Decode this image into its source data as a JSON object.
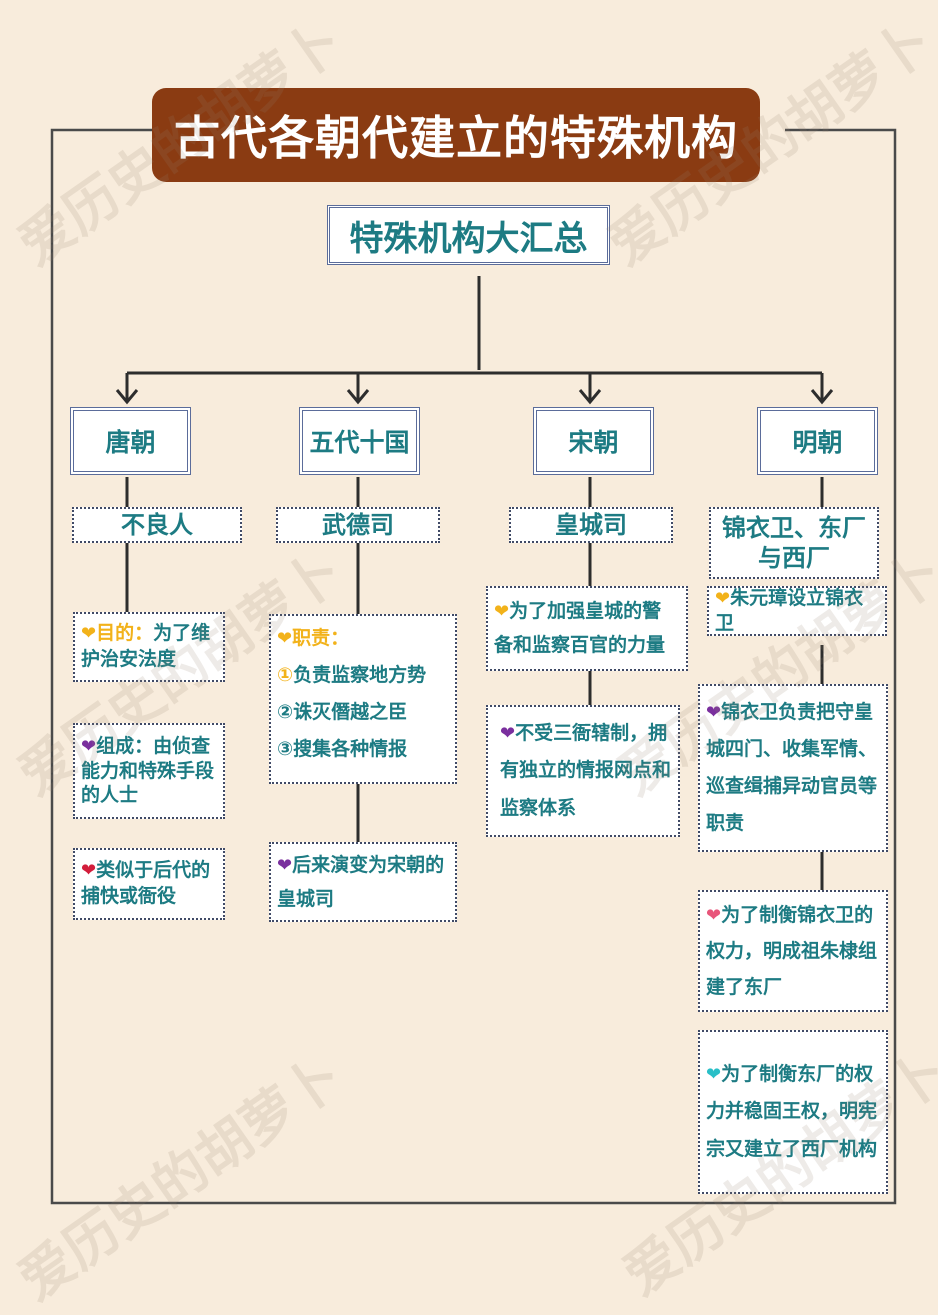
{
  "title": "古代各朝代建立的特殊机构",
  "summary": "特殊机构大汇总",
  "watermark": "爱历史的胡萝卜",
  "colors": {
    "title_bg": "#8a3b12",
    "text": "#1d7b83",
    "background": "#f8ecdc"
  },
  "dynasties": [
    {
      "name": "唐朝",
      "org": "不良人",
      "notes": [
        {
          "heart": "yellow",
          "label": "目的：",
          "text": "为了维护治安法度"
        },
        {
          "heart": "purple",
          "text": "组成：由侦查能力和特殊手段的人士"
        },
        {
          "heart": "red",
          "text": "类似于后代的捕快或衙役"
        }
      ]
    },
    {
      "name": "五代十国",
      "org": "武德司",
      "notes": [
        {
          "heart": "yellow",
          "label": "职责：",
          "items": [
            "负责监察地方势",
            "诛灭僭越之臣",
            "搜集各种情报"
          ],
          "markers": [
            "①",
            "②",
            "③"
          ]
        },
        {
          "heart": "purple",
          "text": "后来演变为宋朝的皇城司"
        }
      ]
    },
    {
      "name": "宋朝",
      "org": "皇城司",
      "notes": [
        {
          "heart": "yellow",
          "text": "为了加强皇城的警备和监察百官的力量"
        },
        {
          "heart": "purple",
          "text": "不受三衙辖制，拥有独立的情报网点和监察体系"
        }
      ]
    },
    {
      "name": "明朝",
      "org": "锦衣卫、东厂与西厂",
      "notes": [
        {
          "heart": "yellow",
          "text": "朱元璋设立锦衣卫"
        },
        {
          "heart": "purple",
          "text": "锦衣卫负责把守皇城四门、收集军情、巡查缉捕异动官员等职责"
        },
        {
          "heart": "pink",
          "text": "为了制衡锦衣卫的权力，明成祖朱棣组建了东厂"
        },
        {
          "heart": "teal",
          "text": "为了制衡东厂的权力并稳固王权，明宪宗又建立了西厂机构"
        }
      ]
    }
  ]
}
